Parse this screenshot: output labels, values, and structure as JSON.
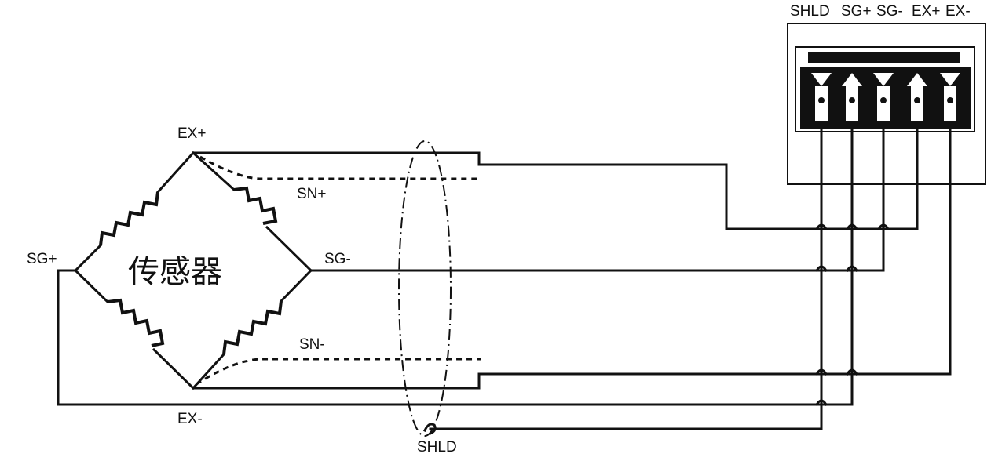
{
  "sensor": {
    "label": "传感器",
    "nodes": {
      "ex_plus": "EX+",
      "ex_minus": "EX-",
      "sg_plus": "SG+",
      "sg_minus": "SG-"
    },
    "sense": {
      "sn_plus": "SN+",
      "sn_minus": "SN-"
    }
  },
  "cable": {
    "shield_label": "SHLD"
  },
  "terminal_block": {
    "pins": [
      "SHLD",
      "SG+",
      "SG-",
      "EX+",
      "EX-"
    ]
  }
}
